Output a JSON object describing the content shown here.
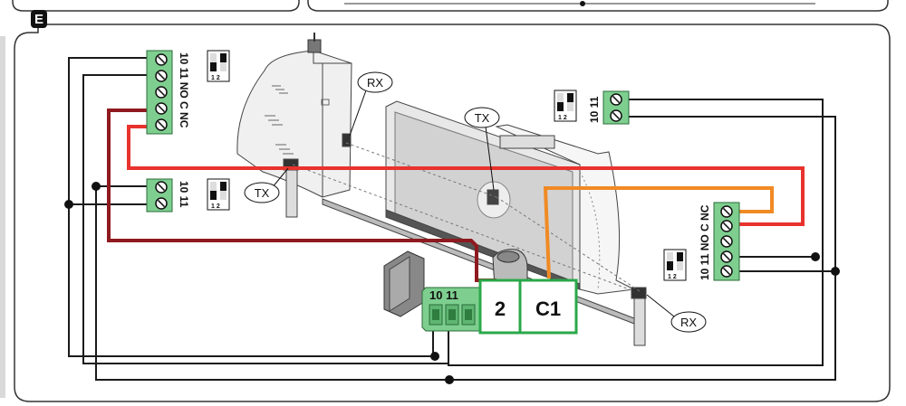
{
  "section_badge": "E",
  "wire_colors": {
    "dark_red": "#8e1a1f",
    "red": "#e8332d",
    "orange": "#f08a24",
    "green": "#2aa84a",
    "black": "#1a1a1a",
    "terminal_green": "#7ecf8f"
  },
  "labels": {
    "rx_top": "RX",
    "tx_left": "TX",
    "tx_gate": "TX",
    "rx_right": "RX",
    "box_2": "2",
    "box_c1": "C1"
  },
  "terminals": {
    "top_left_block": "10 11 NO C  NC",
    "mid_left_block": "10  11",
    "top_right_block": "10  11",
    "right_block": "10 11 NO C  NC",
    "control_unit": "10 11"
  },
  "dip_switch_label": "1 2"
}
